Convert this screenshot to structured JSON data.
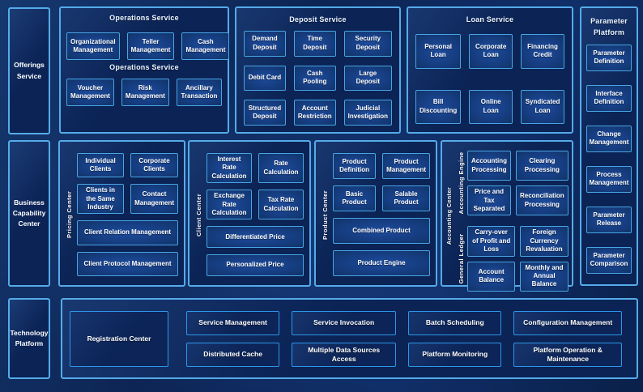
{
  "colors": {
    "background": "#0d2554",
    "panel_border": "#55abe9",
    "box_border": "#48a5e6",
    "box_fill": "#163e83",
    "text": "#ffffff"
  },
  "sidebar": {
    "offerings": "Offerings Service",
    "business": "Business Capability Center",
    "technology": "Technology Platform"
  },
  "operations": {
    "title": "Operations Service",
    "subtitle": "Operations Service",
    "row1": [
      "Organizational Management",
      "Teller Management",
      "Cash Management"
    ],
    "row2": [
      "Voucher Management",
      "Risk Management",
      "Ancillary Transaction"
    ]
  },
  "deposit": {
    "title": "Deposit Service",
    "items": [
      "Demand Deposit",
      "Time Deposit",
      "Security Deposit",
      "Debit Card",
      "Cash Pooling",
      "Large Deposit",
      "Structured Deposit",
      "Account Restriction",
      "Judicial Investigation"
    ]
  },
  "loan": {
    "title": "Loan Service",
    "items": [
      "Personal Loan",
      "Corporate Loan",
      "Financing Credit",
      "Bill Discounting",
      "Online Loan",
      "Syndicated Loan"
    ]
  },
  "parameter": {
    "title": "Parameter Platform",
    "items": [
      "Parameter Definition",
      "Interface Definition",
      "Change Management",
      "Process Management",
      "Parameter Release",
      "Parameter Comparison"
    ]
  },
  "pricing": {
    "label": "Pricing Center",
    "items": [
      "Individual Clients",
      "Corporate Clients",
      "Clients in the Same Industry",
      "Contact Management"
    ],
    "wide": [
      "Client Relation Management",
      "Client Protocol Management"
    ]
  },
  "client": {
    "label": "Client Center",
    "items": [
      "Interest Rate Calculation",
      "Rate Calculation",
      "Exchange Rate Calculation",
      "Tax Rate Calculation"
    ],
    "wide": [
      "Differentiated Price",
      "Personalized Price"
    ]
  },
  "product": {
    "label": "Product Center",
    "items": [
      "Product Definition",
      "Product Management",
      "Basic Product",
      "Salable Product"
    ],
    "wide": [
      "Combined Product",
      "Product Engine"
    ]
  },
  "accounting": {
    "label": "Accounting Center",
    "engine": {
      "label": "Accounting Engine",
      "items": [
        "Accounting Processing",
        "Clearing Processing",
        "Price and Tax Separated",
        "Reconciliation Processing"
      ]
    },
    "ledger": {
      "label": "General Ledger",
      "items": [
        "Carry-over of Profit and Loss",
        "Foreign Currency Revaluation",
        "Account Balance",
        "Monthly and Annual Balance"
      ]
    }
  },
  "bottom": {
    "registration": "Registration Center",
    "row1": [
      "Service Management",
      "Service Invocation",
      "Batch Scheduling",
      "Configuration Management"
    ],
    "row2": [
      "Distributed Cache",
      "Multiple Data Sources Access",
      "Platform Monitoring",
      "Platform Operation & Maintenance"
    ]
  }
}
